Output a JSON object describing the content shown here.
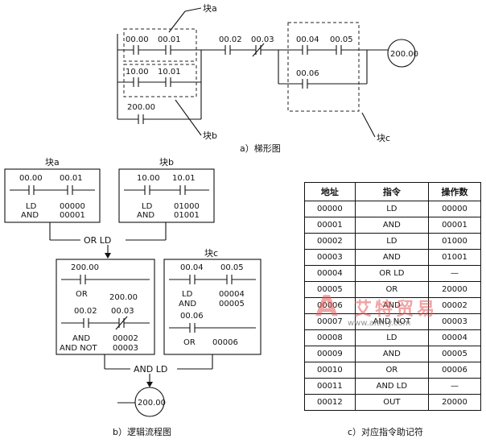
{
  "ladder": {
    "block_a_label": "块a",
    "block_b_label": "块b",
    "block_c_label": "块c",
    "contacts": {
      "c0000": "00.00",
      "c0001": "00.01",
      "c1000": "10.00",
      "c1001": "10.01",
      "c20000": "200.00",
      "c0002": "00.02",
      "c0003": "00.03",
      "c0004": "00.04",
      "c0005": "00.05",
      "c0006": "00.06"
    },
    "coil": "200.00",
    "caption": "a）梯形图"
  },
  "flow": {
    "block_a": {
      "title": "块a",
      "contact1": "00.00",
      "contact2": "00.01",
      "op1": "LD",
      "op2": "AND",
      "addr1": "00000",
      "addr2": "00001"
    },
    "block_b": {
      "title": "块b",
      "contact1": "10.00",
      "contact2": "10.01",
      "op1": "LD",
      "op2": "AND",
      "addr1": "01000",
      "addr2": "01001"
    },
    "or_ld": "OR LD",
    "block_merged": {
      "contact_top": "200.00",
      "op_or": "OR",
      "or_addr": "200.00",
      "contact1": "00.02",
      "contact2": "00.03",
      "op_and": "AND",
      "op_and_not": "AND NOT",
      "addr1": "00002",
      "addr2": "00003"
    },
    "block_c": {
      "title": "块c",
      "contact1": "00.04",
      "contact2": "00.05",
      "op1": "LD",
      "op2": "AND",
      "addr1": "00004",
      "addr2": "00005",
      "contact3": "00.06",
      "op3": "OR",
      "addr3": "00006"
    },
    "and_ld": "AND LD",
    "output": "200.00",
    "caption": "b）逻辑流程图"
  },
  "table": {
    "headers": [
      "地址",
      "指令",
      "操作数"
    ],
    "rows": [
      [
        "00000",
        "LD",
        "00000"
      ],
      [
        "00001",
        "AND",
        "00001"
      ],
      [
        "00002",
        "LD",
        "01000"
      ],
      [
        "00003",
        "AND",
        "01001"
      ],
      [
        "00004",
        "OR LD",
        "—"
      ],
      [
        "00005",
        "OR",
        "20000"
      ],
      [
        "00006",
        "AND",
        "00002"
      ],
      [
        "00007",
        "AND NOT",
        "00003"
      ],
      [
        "00008",
        "LD",
        "00004"
      ],
      [
        "00009",
        "AND",
        "00005"
      ],
      [
        "00010",
        "OR",
        "00006"
      ],
      [
        "00011",
        "AND LD",
        "—"
      ],
      [
        "00012",
        "OUT",
        "20000"
      ]
    ],
    "caption": "c）对应指令助记符"
  },
  "watermark": {
    "logo": "A",
    "text": "艾特贸易",
    "url": "www.aitmy.com"
  }
}
